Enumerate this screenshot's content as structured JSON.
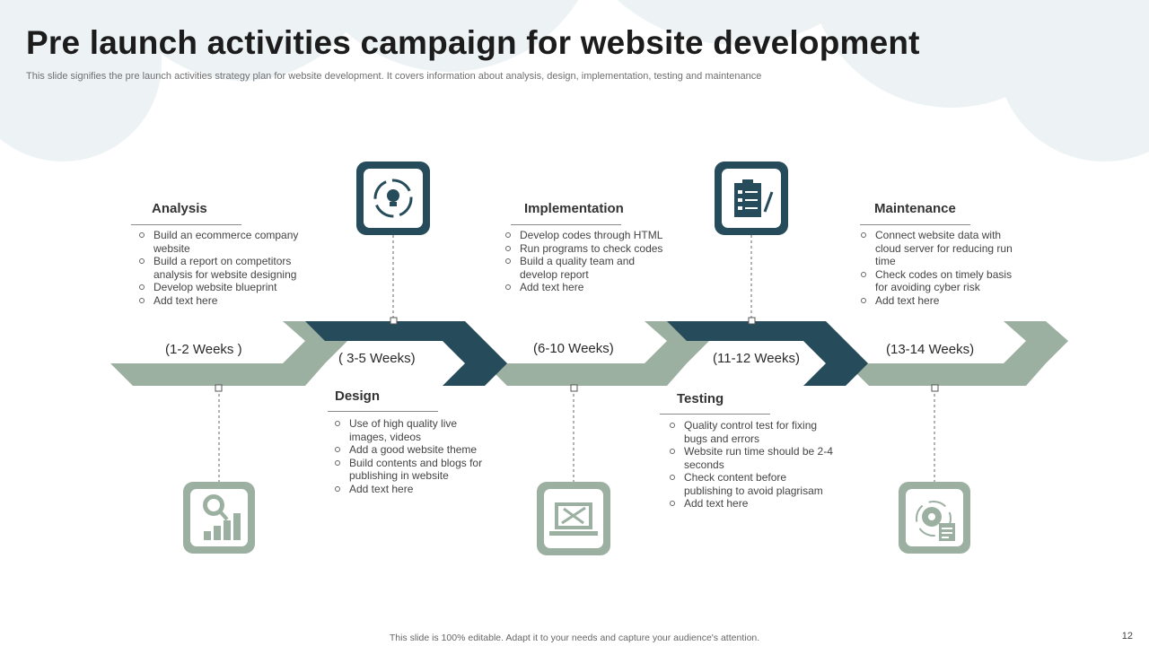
{
  "slide": {
    "title": "Pre launch activities campaign for website development",
    "subtitle": "This slide signifies the pre launch activities strategy plan for website development. It covers information about analysis, design, implementation, testing and maintenance",
    "footer": "This slide is 100% editable.  Adapt it to your needs and capture your audience's attention.",
    "page_number": "12"
  },
  "colors": {
    "dark_teal": "#264b5a",
    "sage": "#9cb0a2",
    "background_cloud": "#edf3f5"
  },
  "phases": [
    {
      "title": "Analysis",
      "duration": "(1-2 Weeks )",
      "icon": "analytics-magnifier-chart-icon",
      "bullets": [
        "Build an ecommerce company website",
        "Build a report on competitors analysis for website designing",
        "Develop website blueprint",
        "Add text here"
      ]
    },
    {
      "title": "Design",
      "duration": "( 3-5 Weeks)",
      "icon": "lightbulb-cycle-icon",
      "bullets": [
        "Use of high quality live images, videos",
        "Add a good website theme",
        "Build contents and blogs for publishing in website",
        "Add text here"
      ]
    },
    {
      "title": "Implementation",
      "duration": "(6-10 Weeks)",
      "icon": "laptop-design-tools-icon",
      "bullets": [
        "Develop codes through HTML",
        "Run programs to check codes",
        "Build a quality team and develop report",
        "Add text here"
      ]
    },
    {
      "title": "Testing",
      "duration": "(11-12 Weeks)",
      "icon": "clipboard-checklist-icon",
      "bullets": [
        "Quality control test for fixing bugs and errors",
        "Website run time should be 2-4 seconds",
        "Check content before publishing to avoid plagrisam",
        "Add text here"
      ]
    },
    {
      "title": "Maintenance",
      "duration": "(13-14 Weeks)",
      "icon": "gear-cycle-document-icon",
      "bullets": [
        "Connect website data with cloud server for reducing run time",
        "Check codes on timely basis for avoiding cyber risk",
        "Add text here"
      ]
    }
  ]
}
